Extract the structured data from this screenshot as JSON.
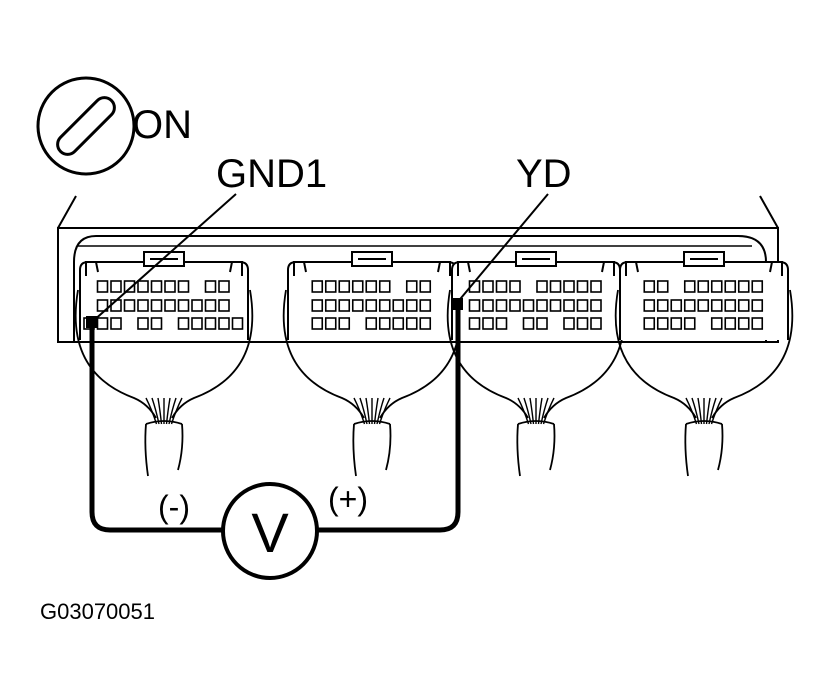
{
  "ignition": {
    "icon": "ignition-key-icon",
    "label": "ON"
  },
  "probes": {
    "left": {
      "label": "GND1"
    },
    "right": {
      "label": "YD"
    }
  },
  "meter": {
    "icon": "voltmeter-icon",
    "symbol": "V",
    "negative_label": "(-)",
    "positive_label": "(+)"
  },
  "figure_code": "G03070051",
  "connectors": [
    {
      "id": "connector-1",
      "rows": [
        [
          1,
          1,
          1,
          1,
          1,
          1,
          1,
          0,
          1,
          1
        ],
        [
          1,
          1,
          1,
          1,
          1,
          1,
          1,
          1,
          1,
          1
        ],
        [
          1,
          1,
          1,
          0,
          1,
          1,
          0,
          1,
          1,
          1,
          1,
          1
        ]
      ]
    },
    {
      "id": "connector-2",
      "rows": [
        [
          1,
          1,
          1,
          1,
          1,
          1,
          0,
          1,
          1
        ],
        [
          1,
          1,
          1,
          1,
          1,
          1,
          1,
          1,
          1
        ],
        [
          1,
          1,
          1,
          0,
          1,
          1,
          1,
          1,
          1
        ]
      ]
    },
    {
      "id": "connector-3",
      "rows": [
        [
          1,
          1,
          1,
          1,
          0,
          1,
          1,
          1,
          1,
          1
        ],
        [
          1,
          1,
          1,
          1,
          1,
          1,
          1,
          1,
          1,
          1
        ],
        [
          1,
          1,
          1,
          0,
          1,
          1,
          0,
          1,
          1,
          1
        ]
      ]
    },
    {
      "id": "connector-4",
      "rows": [
        [
          1,
          1,
          0,
          1,
          1,
          1,
          1,
          1,
          1
        ],
        [
          1,
          1,
          1,
          1,
          1,
          1,
          1,
          1,
          1
        ],
        [
          1,
          1,
          1,
          1,
          0,
          1,
          1,
          1,
          1
        ]
      ]
    }
  ]
}
